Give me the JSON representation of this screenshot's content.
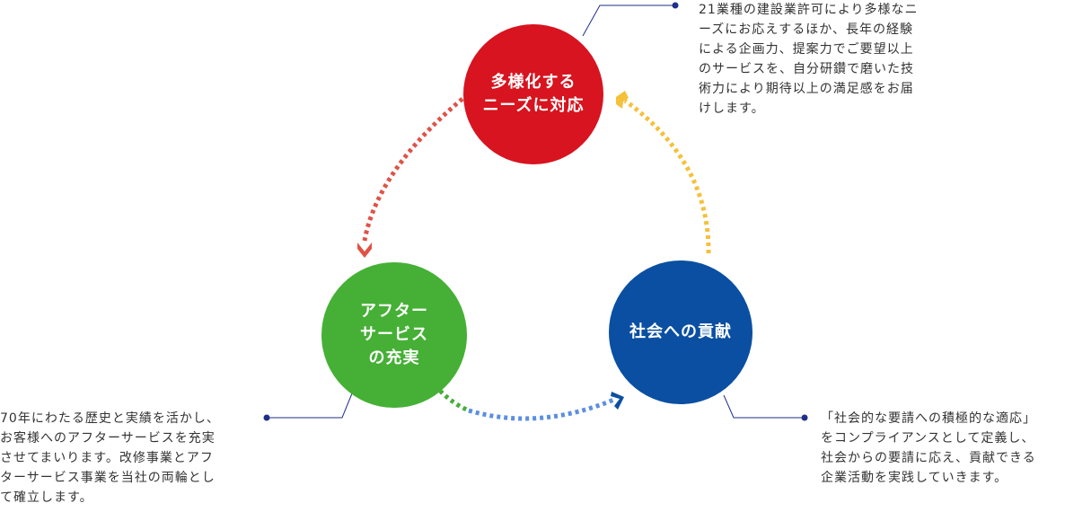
{
  "nodes": {
    "top": {
      "lines": [
        "多様化する",
        "ニーズに対応"
      ],
      "color": "#d7141f"
    },
    "left": {
      "lines": [
        "アフター",
        "サービス",
        "の充実"
      ],
      "color": "#45b035"
    },
    "right": {
      "lines": [
        "社会への貢献"
      ],
      "color": "#0a4fa1"
    }
  },
  "descriptions": {
    "top": [
      "21業種の建設業許可により多様なニ",
      "ーズにお応えするほか、長年の経験",
      "による企画力、提案力でご要望以上",
      "のサービスを、自分研鑽で磨いた技",
      "術力により期待以上の満足感をお届",
      "けします。"
    ],
    "left": [
      "70年にわたる歴史と実績を活かし、",
      "お客様へのアフターサービスを充実",
      "させてまいります。改修事業とアフ",
      "ターサービス事業を当社の両輪とし",
      "て確立します。"
    ],
    "right": [
      "「社会的な要請への積極的な適応」",
      "をコンプライアンスとして定義し、",
      "社会からの要請に応え、貢献できる",
      "企業活動を実践していきます。"
    ]
  },
  "colors": {
    "arrow_red": "#e05246",
    "arrow_blue": "#5b8fe0",
    "arrow_green": "#4aad3b",
    "arrow_yellow": "#f5c03a",
    "leader": "#1f2f8a"
  }
}
